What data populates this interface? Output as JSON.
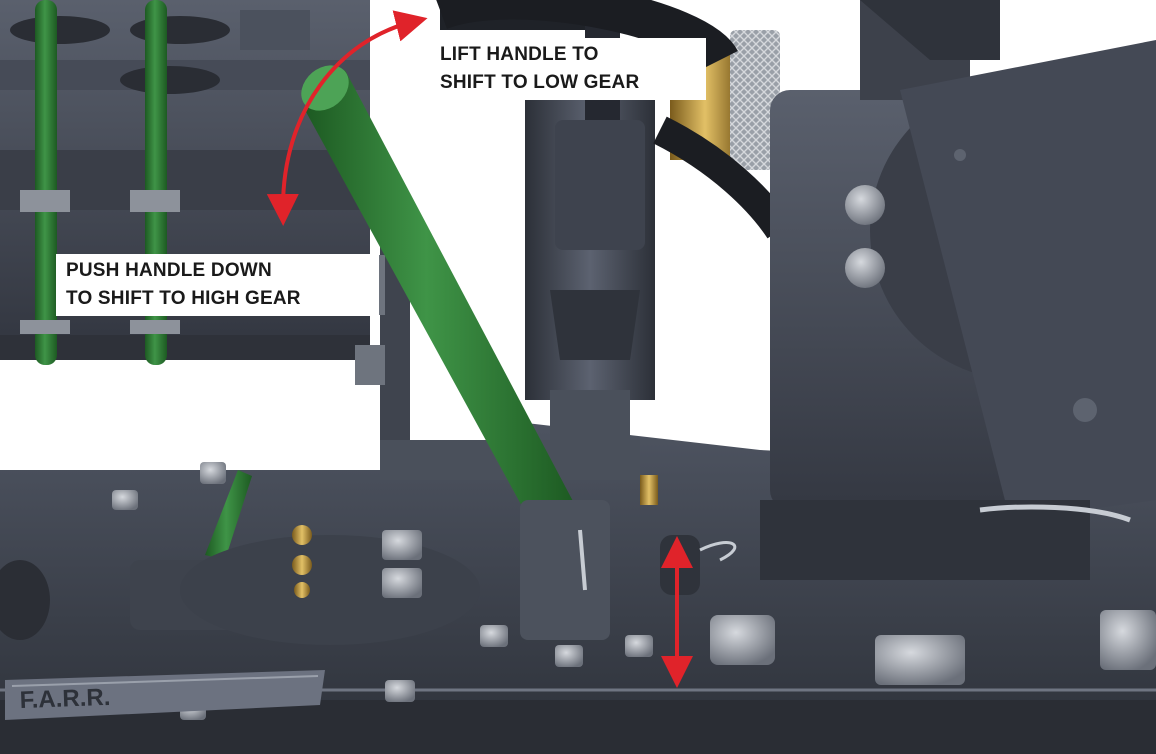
{
  "callouts": {
    "low_gear": {
      "line1": "LIFT HANDLE TO",
      "line2": "SHIFT TO LOW GEAR"
    },
    "high_gear": {
      "line1": "PUSH HANDLE DOWN",
      "line2": "TO SHIFT TO HIGH GEAR"
    }
  },
  "nameplate": {
    "text": "F.A.R.R."
  },
  "colors": {
    "arrow": "#e0232a",
    "handle_green": "#2f7d34",
    "metal_dark": "#3e4350",
    "metal_mid": "#555b68",
    "brass": "#c9a44a"
  },
  "icons": {
    "curved_arrow": "curved-double-arrow-icon",
    "vertical_arrow": "vertical-double-arrow-icon"
  }
}
